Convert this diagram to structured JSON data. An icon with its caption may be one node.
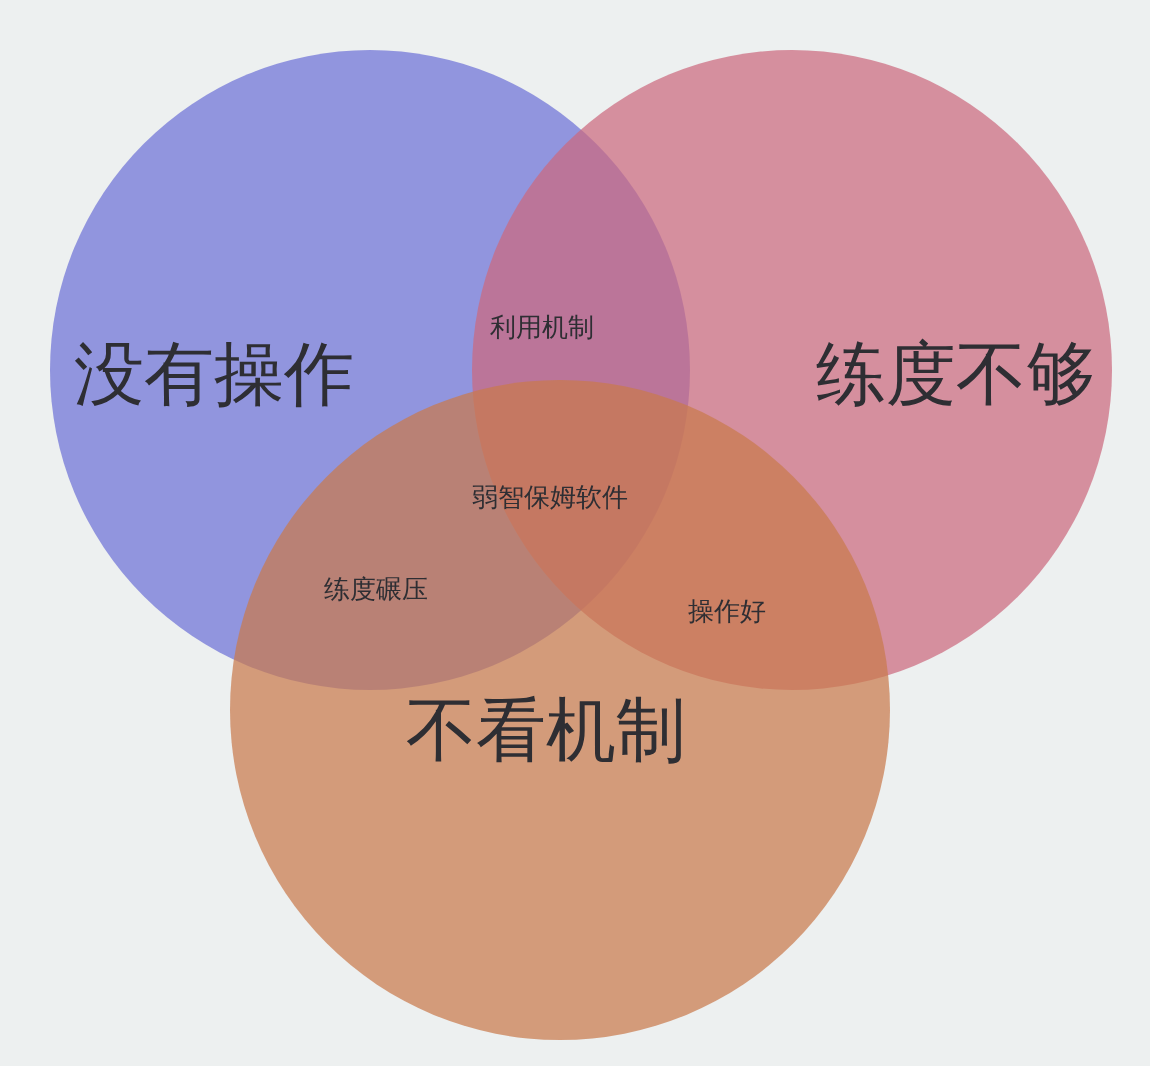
{
  "diagram": {
    "nodes": [
      {
        "text": [
          "没有操作"
        ]
      },
      {
        "text": [
          "练度不够"
        ]
      },
      {
        "text": [
          "不看机制"
        ]
      }
    ],
    "edges": [],
    "labels": [
      "利用机制",
      "弱智保姆软件",
      "练度碾压",
      "操作好"
    ]
  }
}
